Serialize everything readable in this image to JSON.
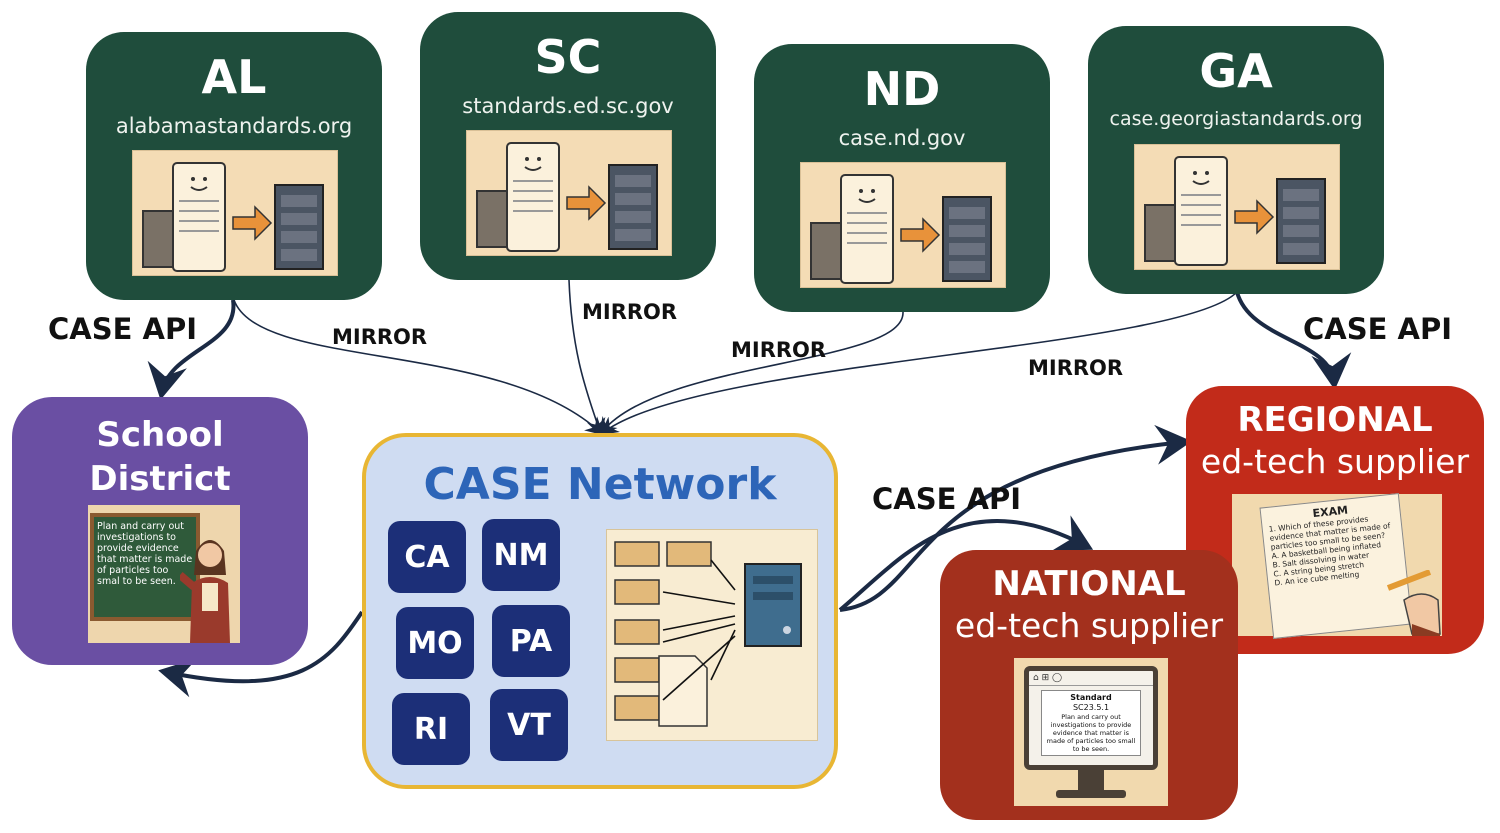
{
  "states": [
    {
      "code": "AL",
      "url": "alabamastandards.org"
    },
    {
      "code": "SC",
      "url": "standards.ed.sc.gov"
    },
    {
      "code": "ND",
      "url": "case.nd.gov"
    },
    {
      "code": "GA",
      "url": "case.georgiastandards.org"
    }
  ],
  "edge_labels": {
    "case_api_left": "CASE API",
    "case_api_right": "CASE API",
    "case_api_mid": "CASE API",
    "mirror_al": "MIRROR",
    "mirror_sc": "MIRROR",
    "mirror_nd": "MIRROR",
    "mirror_ga": "MIRROR"
  },
  "district": {
    "title_line1": "School",
    "title_line2": "District",
    "board_text": "Plan and carry out investigations to provide evidence that matter is made of particles too smal to be seen."
  },
  "network": {
    "title": "CASE Network",
    "states": [
      "CA",
      "NM",
      "MO",
      "PA",
      "RI",
      "VT"
    ]
  },
  "regional": {
    "title": "REGIONAL",
    "subtitle": "ed-tech supplier",
    "exam_title": "EXAM",
    "exam_question": "1. Which of these provides evidence that matter is made of particles too small to be seen?",
    "exam_options": [
      "A. A basketball being inflated",
      "B. Salt dissolving in water",
      "C. A string being stretch",
      "D. An ice cube melting"
    ]
  },
  "national": {
    "title": "NATIONAL",
    "subtitle": "ed-tech supplier",
    "screen_heading": "Standard",
    "screen_code": "SC23.5.1",
    "screen_text": "Plan and carry out investigations to provide evidence that matter is made of particles too small to be seen."
  },
  "colors": {
    "state_bg": "#1f4d3c",
    "district_bg": "#6a4fa3",
    "network_bg": "#cfdcf2",
    "network_border": "#e8b634",
    "network_title": "#2d65b8",
    "chip_bg": "#1c2f78",
    "regional_bg": "#c22b1a",
    "national_bg": "#a3301d",
    "arrow": "#1b2a44"
  }
}
